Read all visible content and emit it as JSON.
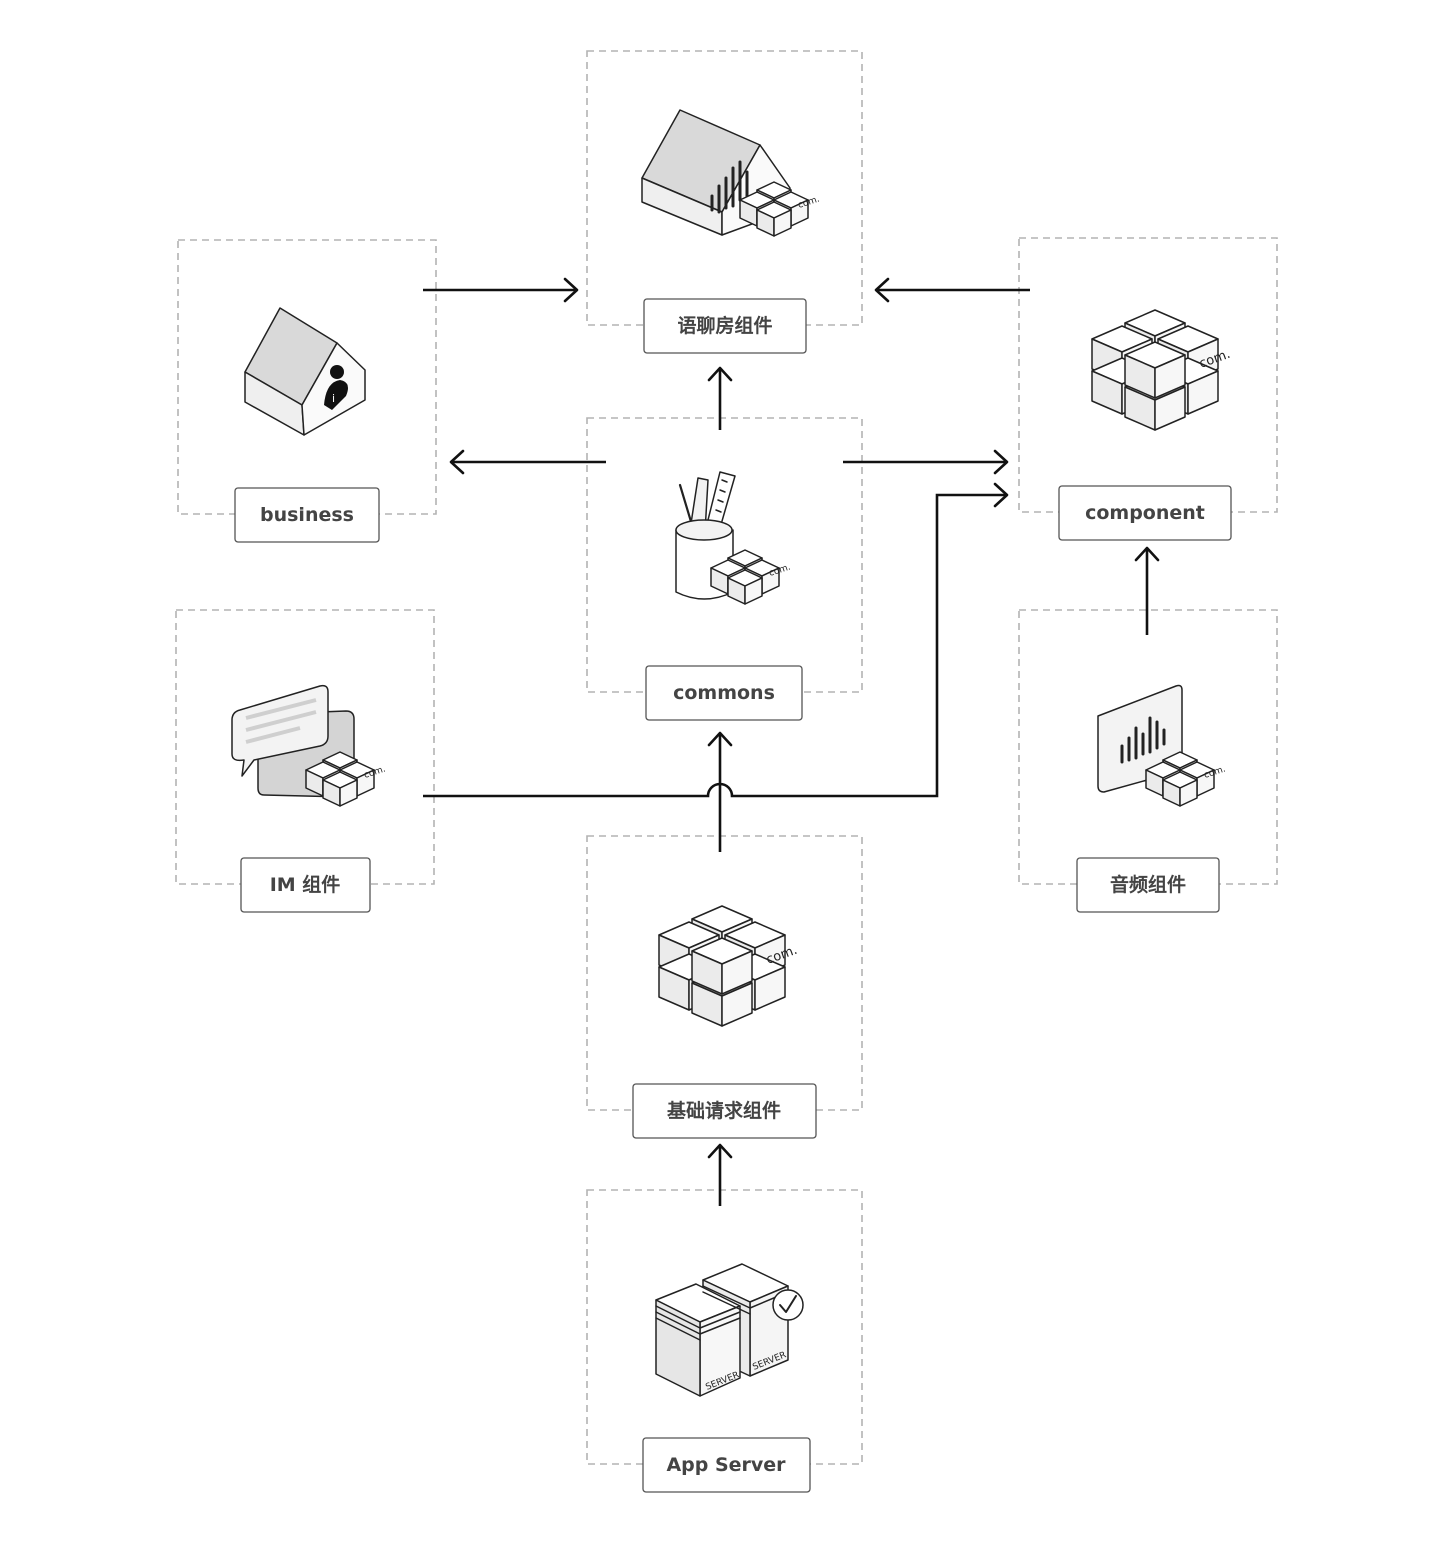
{
  "nodes": {
    "yuliaofang": {
      "label": "语聊房组件",
      "icon": "house-audio-module-icon"
    },
    "business": {
      "label": "business",
      "icon": "house-user-icon"
    },
    "component": {
      "label": "component",
      "icon": "cube-cluster-icon"
    },
    "commons": {
      "label": "commons",
      "icon": "pencil-cup-module-icon"
    },
    "im": {
      "label": "IM 组件",
      "icon": "chat-bubbles-module-icon"
    },
    "audio": {
      "label": "音频组件",
      "icon": "audio-panel-module-icon"
    },
    "base_request": {
      "label": "基础请求组件",
      "icon": "cube-cluster-icon"
    },
    "app_server": {
      "label": "App Server",
      "icon": "servers-icon"
    }
  },
  "icon_text": {
    "com": "com.",
    "server": "SERVER"
  },
  "edges": [
    {
      "from": "business",
      "to": "语聊房组件"
    },
    {
      "from": "component",
      "to": "语聊房组件"
    },
    {
      "from": "commons",
      "to": "语聊房组件"
    },
    {
      "from": "commons",
      "to": "business"
    },
    {
      "from": "commons",
      "to": "component"
    },
    {
      "from": "IM 组件",
      "to": "component"
    },
    {
      "from": "音频组件",
      "to": "component"
    },
    {
      "from": "基础请求组件",
      "to": "commons"
    },
    {
      "from": "App Server",
      "to": "基础请求组件"
    }
  ]
}
